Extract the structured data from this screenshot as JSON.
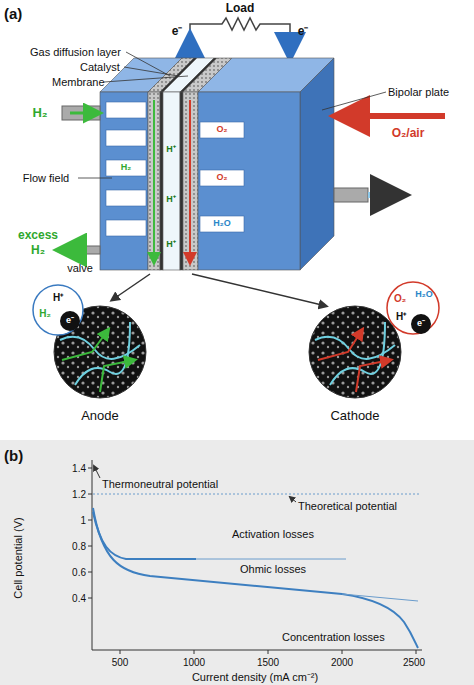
{
  "diagram": {
    "labels": [
      "(a)",
      "Load",
      "e⁻",
      "e⁻",
      "Gas diffusion layer",
      "Catalyst",
      "Membrane",
      "Bipolar plate",
      "H₂",
      "O₂/air",
      "Flow field",
      "H₂",
      "H⁺",
      "O₂",
      "H⁺",
      "O₂",
      "H⁺",
      "H₂O",
      "excess",
      "H₂",
      "valve",
      "H⁺",
      "H₂",
      "e⁻",
      "H₂O",
      "O₂",
      "H⁺",
      "e⁻",
      "Anode",
      "Cathode",
      "(b)",
      "Thermoneutral potential",
      "Theoretical potential",
      "Activation losses",
      "Ohmic losses",
      "Concentration losses",
      "Cell potential (V)",
      "1.4",
      "1.2",
      "1",
      "0.8",
      "0.6",
      "0.4",
      "500",
      "1000",
      "1500",
      "2000",
      "2500",
      "Current density (mA cm⁻²)"
    ]
  }
}
